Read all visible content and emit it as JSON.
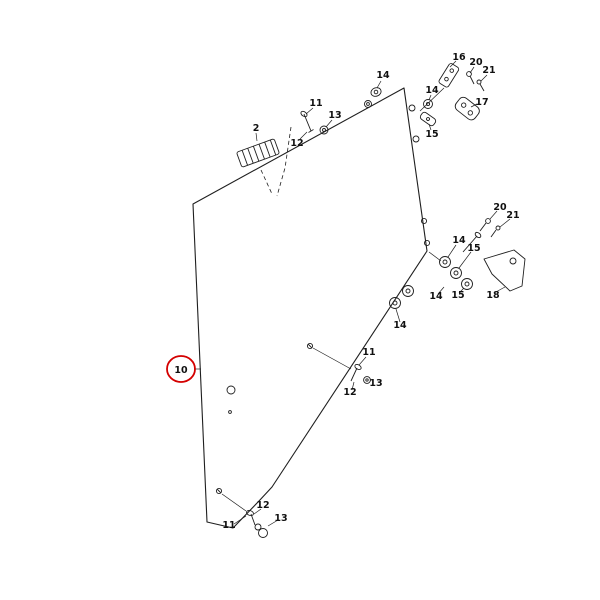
{
  "figure": {
    "kind": "exploded-parts-diagram",
    "subject": "Door glass panel assembly exploded view",
    "background_color": "#ffffff",
    "line_color": "#1f1f1f",
    "highlight_color": "#d40000"
  },
  "highlight": {
    "label": "10"
  },
  "callouts": [
    {
      "label": "2"
    },
    {
      "label": "11"
    },
    {
      "label": "13"
    },
    {
      "label": "12"
    },
    {
      "label": "14"
    },
    {
      "label": "16"
    },
    {
      "label": "20"
    },
    {
      "label": "21"
    },
    {
      "label": "14"
    },
    {
      "label": "15"
    },
    {
      "label": "17"
    },
    {
      "label": "20"
    },
    {
      "label": "21"
    },
    {
      "label": "14"
    },
    {
      "label": "15"
    },
    {
      "label": "14"
    },
    {
      "label": "15"
    },
    {
      "label": "14"
    },
    {
      "label": "18"
    },
    {
      "label": "11"
    },
    {
      "label": "12"
    },
    {
      "label": "13"
    },
    {
      "label": "12"
    },
    {
      "label": "11"
    },
    {
      "label": "13"
    }
  ]
}
